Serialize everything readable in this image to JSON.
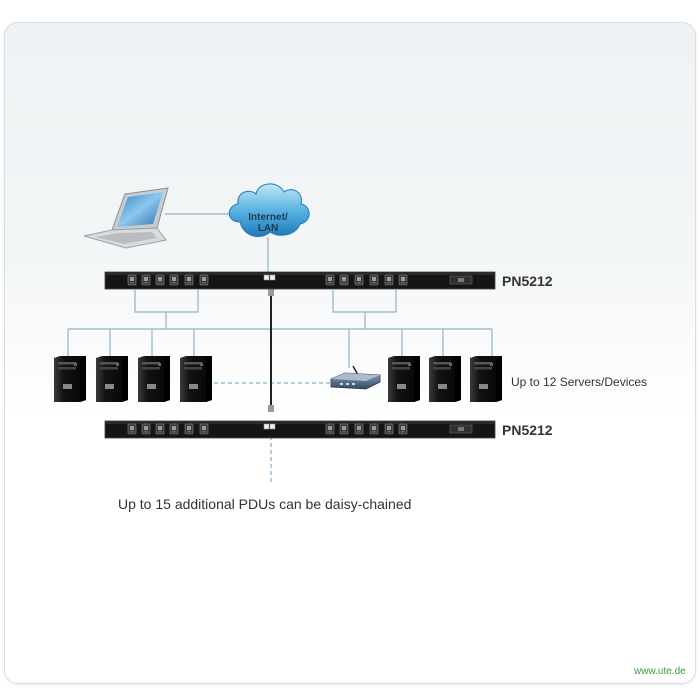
{
  "cloud": {
    "line1": "Internet/",
    "line2": "LAN"
  },
  "pdu_top": {
    "label": "PN5212"
  },
  "pdu_bottom": {
    "label": "PN5212"
  },
  "servers_note": "Up to 12 Servers/Devices",
  "daisy_chain_caption": "Up to 15 additional PDUs can be daisy-chained",
  "watermark": "www.ute.de",
  "colors": {
    "line": "#8fb3c6",
    "dashed": "#6a9bbf",
    "pdu": "#151515",
    "cloud": "#3f9ad3"
  }
}
